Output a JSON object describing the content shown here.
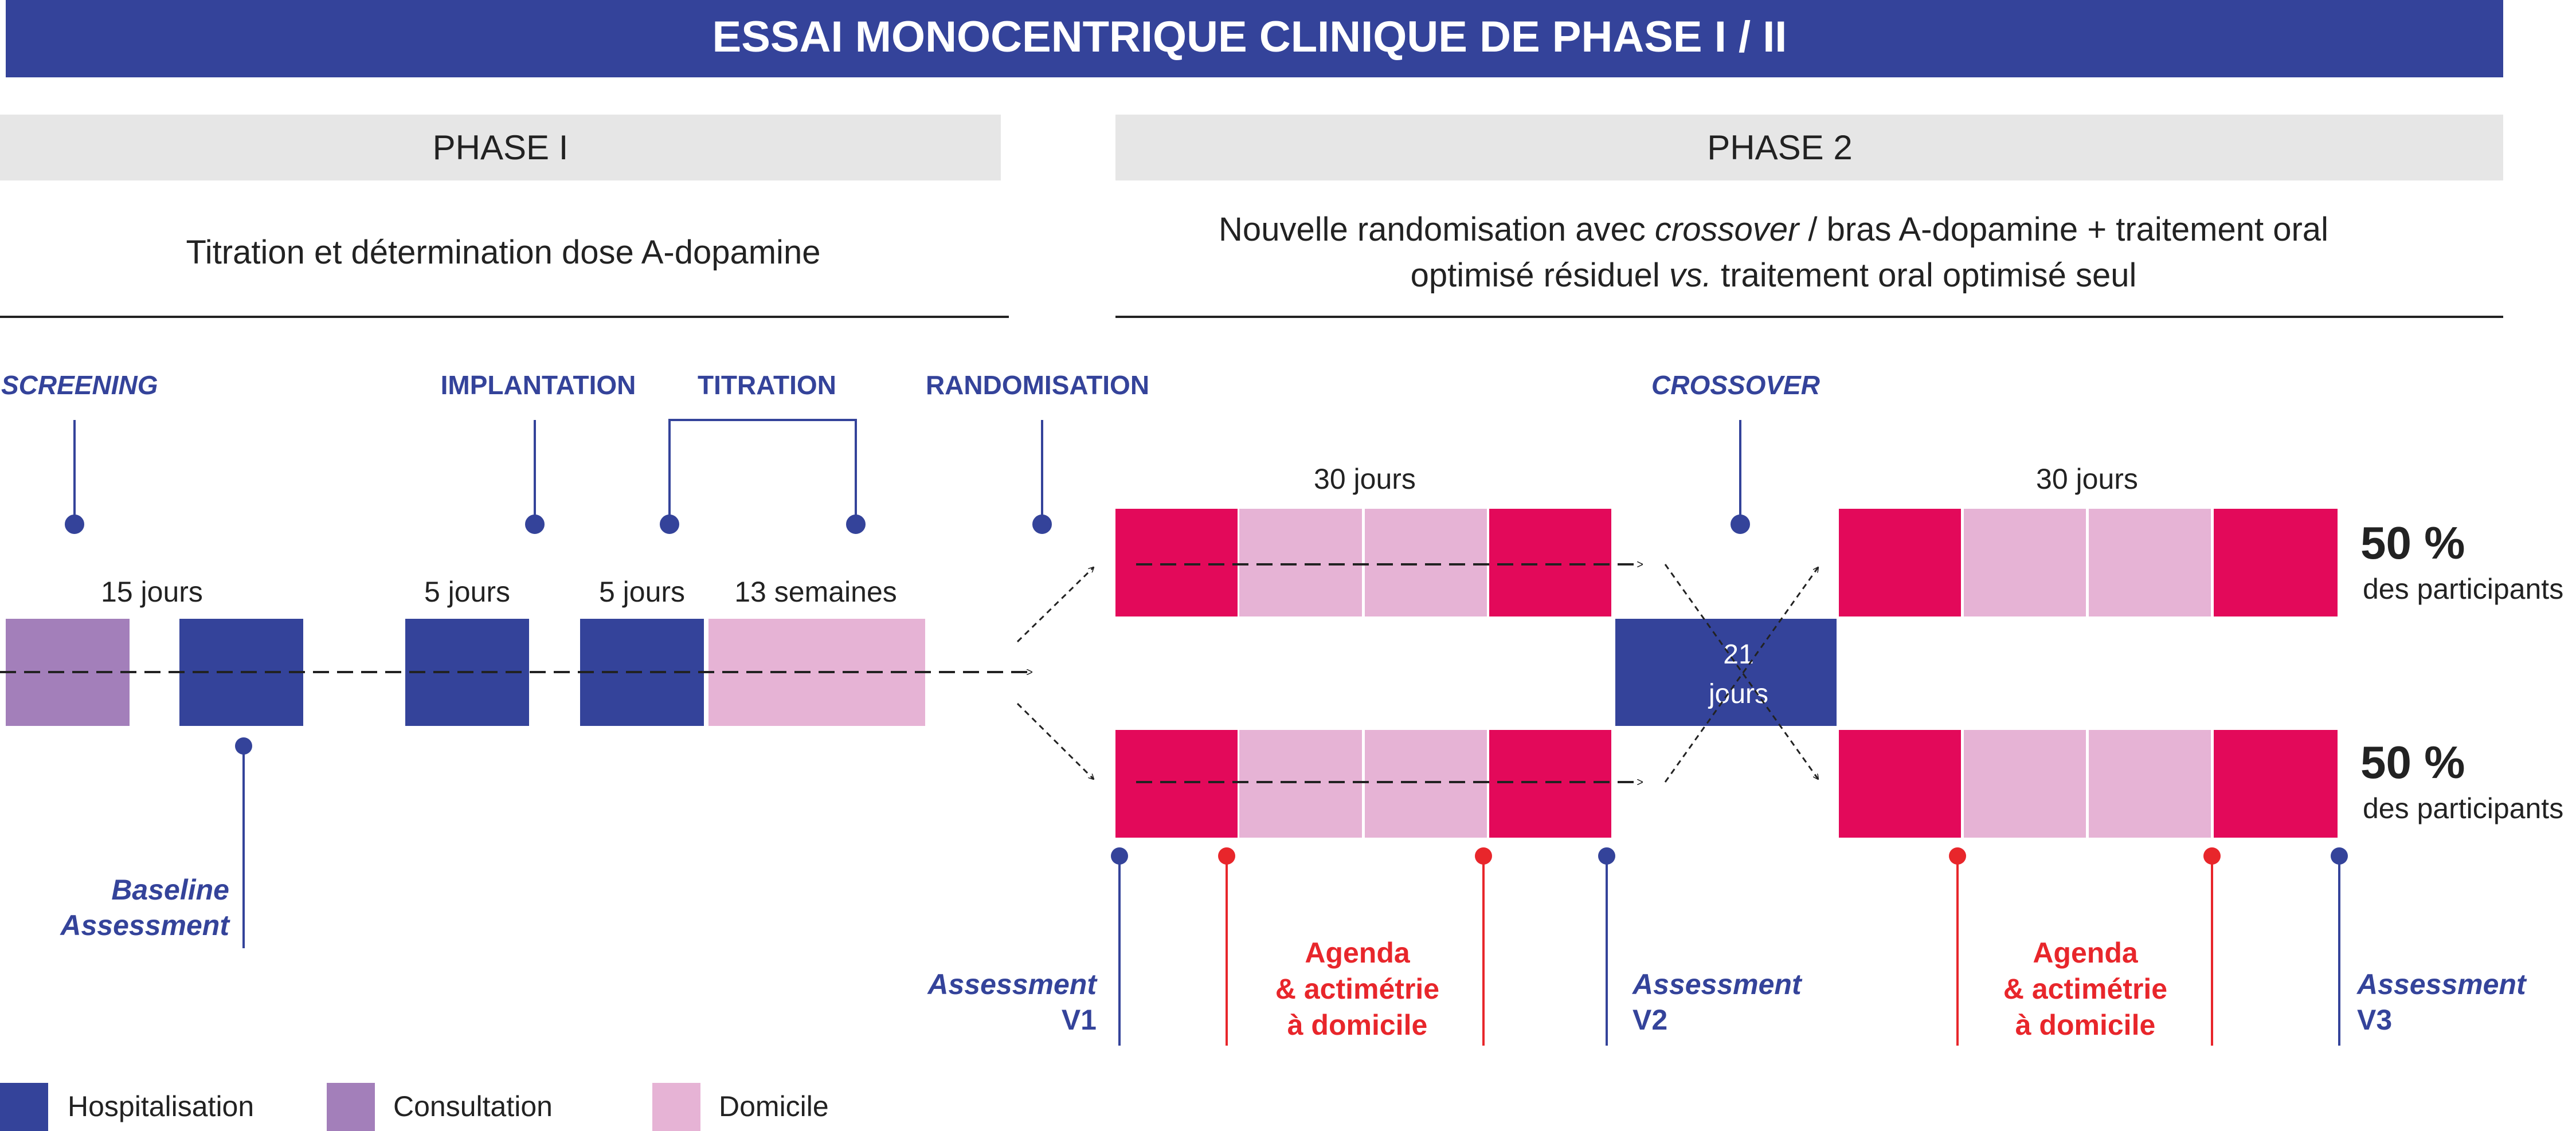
{
  "title": "ESSAI MONOCENTRIQUE CLINIQUE DE PHASE I / II",
  "phases": {
    "phase1": {
      "label": "PHASE I",
      "subtitle": "Titration et détermination dose A-dopamine"
    },
    "phase2": {
      "label": "PHASE 2",
      "subtitle_parts": [
        {
          "text": "Nouvelle randomisation avec ",
          "italic": false
        },
        {
          "text": "crossover",
          "italic": true
        },
        {
          "text": " / bras A-dopamine + traitement oral",
          "italic": false
        },
        {
          "text": "optimisé résiduel ",
          "italic": false
        },
        {
          "text": "vs.",
          "italic": true
        },
        {
          "text": " traitement oral optimisé seul",
          "italic": false
        }
      ]
    }
  },
  "milestones": {
    "screening": "SCREENING",
    "implantation": "IMPLANTATION",
    "titration": "TITRATION",
    "randomisation": "RANDOMISATION",
    "crossover": "CROSSOVER"
  },
  "durations": {
    "d15": "15 jours",
    "d5a": "5 jours",
    "d5b": "5 jours",
    "w13": "13 semaines",
    "d30a": "30 jours",
    "d30b": "30 jours",
    "d21_line1": "21",
    "d21_line2": "jours"
  },
  "arms": {
    "pct": "50 %",
    "participants": "des participants"
  },
  "assessments": {
    "baseline_line1": "Baseline",
    "baseline_line2": "Assessment",
    "label": "Assessment",
    "v1": "V1",
    "v2": "V2",
    "v3": "V3",
    "agenda_line1": "Agenda",
    "agenda_line2": "& actimétrie",
    "agenda_line3": "à domicile"
  },
  "legend": [
    {
      "label": "Hospitalisation",
      "color": "#34439a"
    },
    {
      "label": "Consultation",
      "color": "#a37fba"
    },
    {
      "label": "Domicile",
      "color": "#e6b3d5"
    }
  ],
  "colors": {
    "navy": "#34439a",
    "purple": "#a37fba",
    "pink_light": "#e6b3d5",
    "crimson": "#e3095a",
    "red": "#e8262b",
    "grey_band": "#e6e6e6"
  }
}
